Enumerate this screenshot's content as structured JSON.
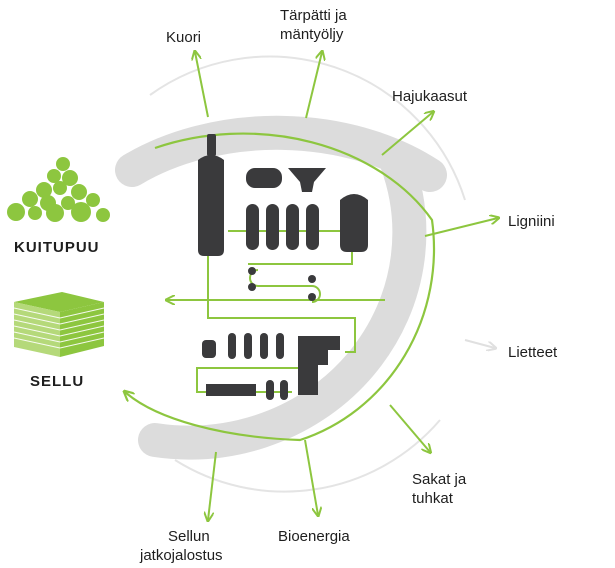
{
  "colors": {
    "accent_green": "#8dc63f",
    "machinery_dark": "#3a3a3c",
    "ring_gray": "#dcdcdc",
    "faint_gray": "#e4e4e4",
    "text": "#1e1e1e"
  },
  "inputs": {
    "wood_label": "KUITUPUU",
    "pulp_label": "SELLU"
  },
  "outputs": {
    "kuori": "Kuori",
    "tarpatti_line1": "Tärpätti ja",
    "tarpatti_line2": "mäntyöljy",
    "hajukaasut": "Hajukaasut",
    "ligniini": "Ligniini",
    "lietteet": "Lietteet",
    "sakat_line1": "Sakat ja",
    "sakat_line2": "tuhkat",
    "bioenergia": "Bioenergia",
    "sellun_line1": "Sellun",
    "sellun_line2": "jatkojalostus"
  },
  "icons": {
    "wood_pile": "log-pile-icon",
    "pulp_stack": "pulp-bale-icon",
    "mill": "mill-machinery-icon"
  }
}
